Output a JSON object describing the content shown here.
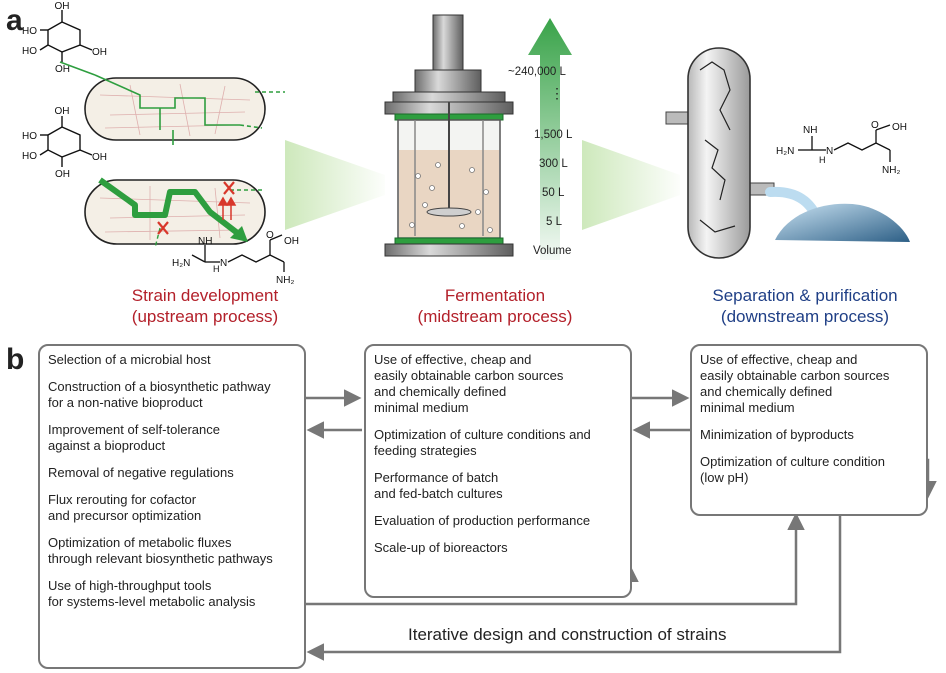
{
  "panels": {
    "a": "a",
    "b": "b"
  },
  "stages": {
    "strain": {
      "line1": "Strain development",
      "line2": "(upstream process)",
      "color": "#b3202a"
    },
    "fermentation": {
      "line1": "Fermentation",
      "line2": "(midstream process)",
      "color": "#b3202a"
    },
    "separation": {
      "line1": "Separation & purification",
      "line2": "(downstream process)",
      "color": "#1f3f86"
    }
  },
  "volume_scale": {
    "labels": [
      "~240,000 L",
      "1,500 L",
      "300 L",
      "50 L",
      "5 L",
      "Volume"
    ],
    "ellipsis": "⋮"
  },
  "molecules": {
    "glucose": {
      "ho": "HO",
      "oh": "OH"
    },
    "arginine": {
      "nh": "NH",
      "h2n": "H₂N",
      "h": "H",
      "n": "N",
      "nh2": "NH₂",
      "o": "O",
      "oh": "OH"
    }
  },
  "boxes": {
    "upstream": [
      "Selection of a microbial host",
      "Construction of a biosynthetic pathway\nfor a non-native bioproduct",
      "Improvement of self-tolerance\nagainst a bioproduct",
      "Removal of negative regulations",
      "Flux rerouting for cofactor\nand precursor optimization",
      "Optimization of metabolic fluxes\nthrough relevant biosynthetic pathways",
      "Use of high-throughput tools\nfor systems-level metabolic analysis"
    ],
    "midstream": [
      "Use of effective, cheap and\neasily obtainable carbon sources\nand chemically defined\nminimal medium",
      "Optimization of culture conditions and\nfeeding strategies",
      "Performance of batch\nand fed-batch cultures",
      "Evaluation of production performance",
      "Scale-up of bioreactors"
    ],
    "downstream": [
      "Use of effective, cheap and\neasily obtainable carbon sources\nand chemically defined\nminimal medium",
      "Minimization of byproducts",
      "Optimization of culture condition\n(low pH)"
    ]
  },
  "iterative_label": "Iterative design and construction of strains",
  "colors": {
    "green": "#2e9e3f",
    "arrow_gray": "#777777",
    "tank_liquid": "#e9d6c3"
  }
}
